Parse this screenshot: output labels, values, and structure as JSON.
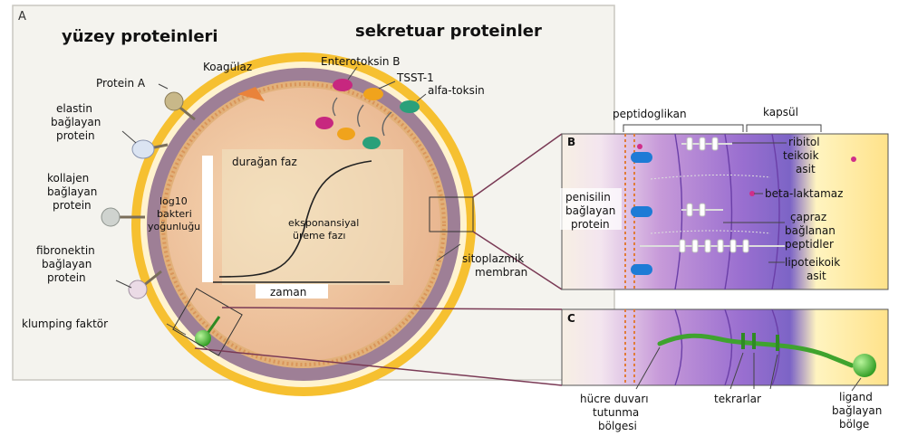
{
  "panels": {
    "a": "A",
    "b": "B",
    "c": "C"
  },
  "headings": {
    "surface": "yüzey proteinleri",
    "secretory": "sekretuar proteinler"
  },
  "surface_proteins": {
    "protein_a": "Protein A",
    "coagulase": "Koagülaz",
    "elastin": [
      "elastin",
      "bağlayan",
      "protein"
    ],
    "collagen": [
      "kollajen",
      "bağlayan",
      "protein"
    ],
    "fibronectin": [
      "fibronektin",
      "bağlayan",
      "protein"
    ],
    "clumping": "klumping faktör"
  },
  "secreted": {
    "enterotoxin": "Enterotoksin B",
    "tsst": "TSST-1",
    "alpha": "alfa-toksin"
  },
  "growth": {
    "ylabel": [
      "log10",
      "bakteri",
      "yoğunluğu"
    ],
    "xlabel": "zaman",
    "stationary": "durağan faz",
    "exponential": [
      "eksponansiyal",
      "üreme fazı"
    ]
  },
  "membrane": [
    "sitoplazmik",
    "membran"
  ],
  "wall": {
    "peptidoglycan": "peptidoglikan",
    "capsule": "kapsül",
    "ribitol": [
      "ribitol",
      "teikoik",
      "asit"
    ],
    "beta_lactamase": "beta-laktamaz",
    "pbp": [
      "penisilin",
      "bağlayan",
      "protein"
    ],
    "crosslinks": [
      "çapraz",
      "bağlanan",
      "peptidler"
    ],
    "lipoteichoic": [
      "lipoteikoik",
      "asit"
    ]
  },
  "clumping_detail": {
    "wall_anchor": [
      "hücre duvarı",
      "tutunma",
      "bölgesi"
    ],
    "repeats": "tekrarlar",
    "ligand": [
      "ligand",
      "bağlayan",
      "bölge"
    ]
  }
}
